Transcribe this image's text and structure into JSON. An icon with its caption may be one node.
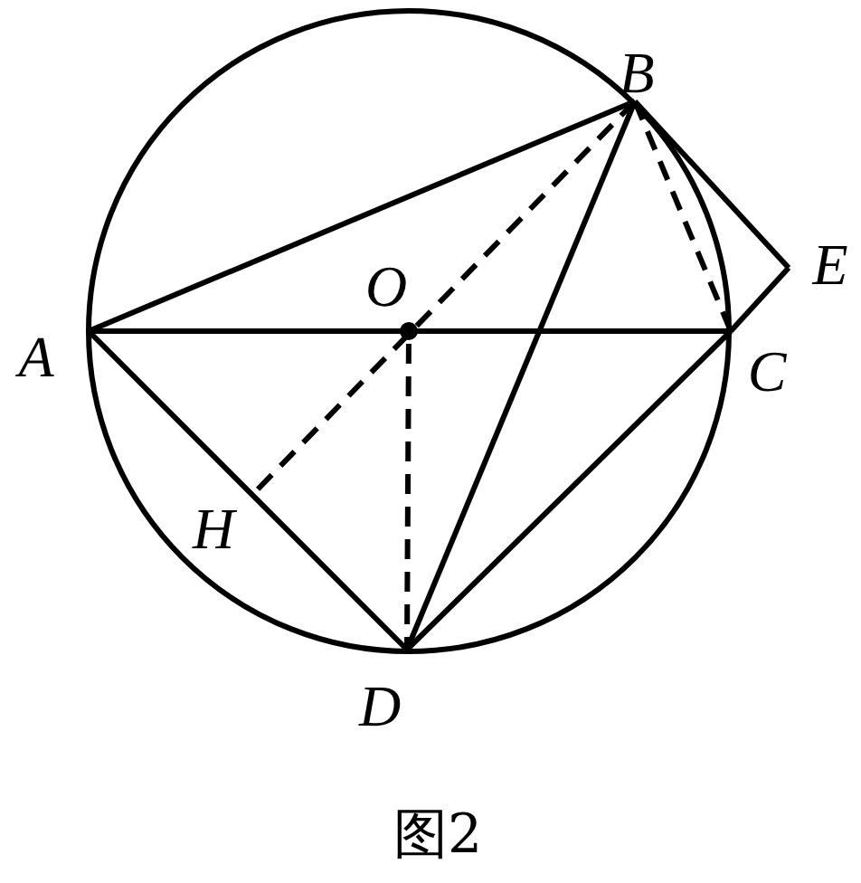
{
  "diagram": {
    "caption": "图2",
    "nodes": [
      {
        "text": [
          "B"
        ]
      },
      {
        "text": [
          "O"
        ]
      },
      {
        "text": [
          "E"
        ]
      },
      {
        "text": [
          "A"
        ]
      },
      {
        "text": [
          "C"
        ]
      },
      {
        "text": [
          "H"
        ]
      },
      {
        "text": [
          "D"
        ]
      }
    ],
    "edges": [
      {
        "from": 3,
        "to": 0,
        "arrow": "none"
      },
      {
        "from": 3,
        "to": 4,
        "arrow": "none"
      },
      {
        "from": 0,
        "to": 6,
        "arrow": "none"
      },
      {
        "from": 0,
        "to": 4,
        "arrow": "none",
        "style": "dashed"
      },
      {
        "from": 0,
        "to": 2,
        "arrow": "none"
      },
      {
        "from": 2,
        "to": 4,
        "arrow": "none"
      },
      {
        "from": 3,
        "to": 6,
        "arrow": "none"
      },
      {
        "from": 6,
        "to": 4,
        "arrow": "none"
      },
      {
        "from": 1,
        "to": 6,
        "arrow": "none",
        "style": "dashed"
      },
      {
        "from": 0,
        "to": 5,
        "arrow": "none",
        "style": "dashed"
      }
    ]
  }
}
